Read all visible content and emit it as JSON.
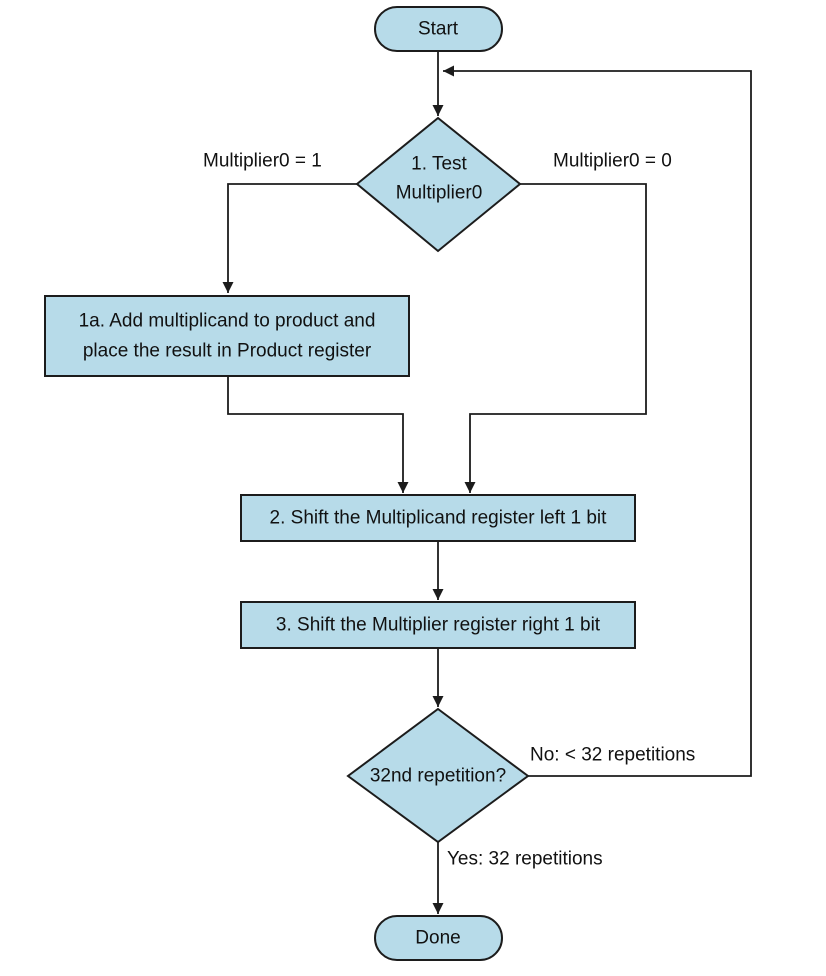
{
  "nodes": {
    "start": "Start",
    "test_line1": "1.  Test",
    "test_line2": "Multiplier0",
    "add_line1": "1a.  Add multiplicand to product and",
    "add_line2": "place the result in Product register",
    "shift_left": "2.  Shift the Multiplicand register left 1 bit",
    "shift_right": "3.  Shift the Multiplier register right 1 bit",
    "repetition": "32nd repetition?",
    "done": "Done"
  },
  "edges": {
    "multiplier_one": "Multiplier0 = 1",
    "multiplier_zero": "Multiplier0 = 0",
    "no_branch": "No: < 32 repetitions",
    "yes_branch": "Yes: 32 repetitions"
  }
}
